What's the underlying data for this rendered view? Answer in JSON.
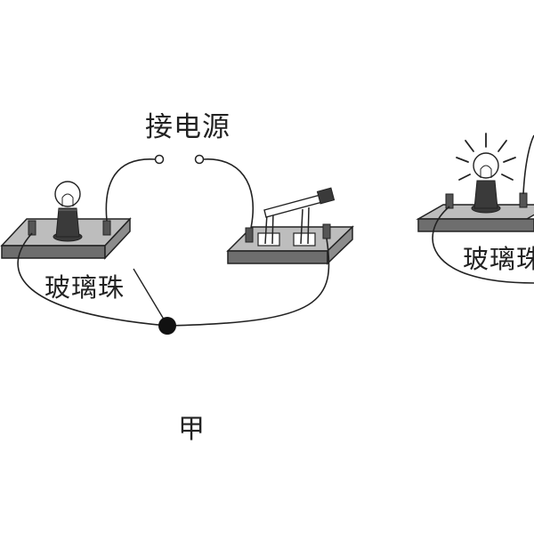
{
  "labels": {
    "power_source": "接电源",
    "glass_bead": "玻璃珠",
    "glass_bead_partial": "玻璃珠",
    "caption": "甲"
  },
  "colors": {
    "ink": "#222222",
    "board_top": "#bdbdbd",
    "board_front": "#6e6e6e",
    "board_side": "#8c8c8c",
    "bulb_base": "#3a3a3a",
    "terminal": "#555555"
  }
}
